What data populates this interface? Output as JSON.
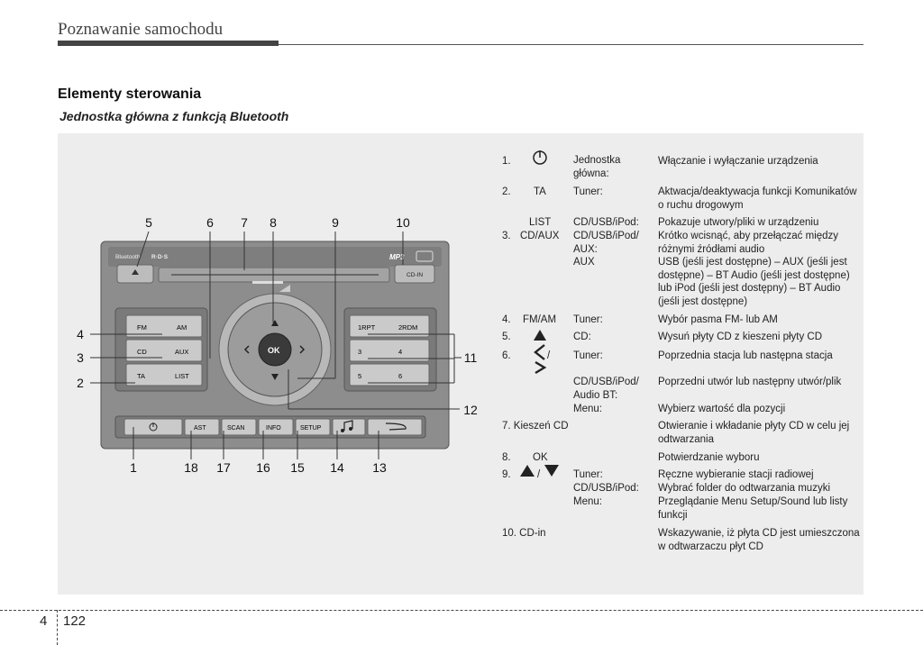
{
  "header": {
    "title": "Poznawanie samochodu"
  },
  "section": {
    "title": "Elementy sterowania",
    "subtitle": "Jednostka główna z funkcją Bluetooth"
  },
  "footer": {
    "chapter": "4",
    "page": "122"
  },
  "radio": {
    "brand": "Bluetooth",
    "rds": "R·D·S",
    "mp3": "MP3",
    "cd_in": "CD-IN",
    "ok": "OK",
    "left_buttons": [
      "FM",
      "AM",
      "CD",
      "AUX",
      "TA",
      "LIST"
    ],
    "right_buttons": [
      "1RPT",
      "2RDM",
      "3",
      "4",
      "5",
      "6"
    ],
    "bottom_buttons": [
      "AST",
      "SCAN",
      "INFO",
      "SETUP"
    ],
    "callouts": {
      "top": [
        "5",
        "6",
        "7",
        "8",
        "9",
        "10"
      ],
      "left": [
        "4",
        "3",
        "2"
      ],
      "right": [
        "11",
        "12"
      ],
      "bottom": [
        "1",
        "18",
        "17",
        "16",
        "15",
        "14",
        "13"
      ]
    }
  },
  "table": {
    "r1": {
      "num": "1.",
      "mode": "Jednostka główna:",
      "desc": "Włączanie i wyłączanie urządzenia"
    },
    "r2": {
      "num": "2.",
      "key": "TA",
      "mode": "Tuner:",
      "desc": "Aktwacja/deaktywacja funkcji Komunikatów o ruchu drogowym"
    },
    "r3": {
      "key1": "LIST",
      "mode1": "CD/USB/iPod:",
      "desc1": "Pokazuje utwory/pliki w urządzeniu",
      "num": "3.",
      "key2": "CD/AUX",
      "mode2": "CD/USB/iPod/ AUX:",
      "desc2": "Krótko wcisnąć, aby przełączać między różnymi źródłami audio",
      "mode3": "AUX",
      "desc3": "USB (jeśli jest dostępne) – AUX (jeśli jest dostępne) – BT Audio (jeśli jest dostępne) lub iPod (jeśli jest dostępny) – BT Audio (jeśli jest dostępne)"
    },
    "r4": {
      "num": "4.",
      "key": "FM/AM",
      "mode": "Tuner:",
      "desc": "Wybór pasma FM- lub AM"
    },
    "r5": {
      "num": "5.",
      "mode": "CD:",
      "desc": "Wysuń płyty CD z kieszeni płyty CD"
    },
    "r6": {
      "num": "6.",
      "key": "/",
      "mode1": "Tuner:",
      "desc1": "Poprzednia stacja lub następna stacja",
      "mode2": "CD/USB/iPod/ Audio BT:",
      "desc2": "Poprzedni utwór lub następny utwór/plik",
      "mode3": "Menu:",
      "desc3": "Wybierz wartość dla pozycji"
    },
    "r7": {
      "label": "7. Kieszeń CD",
      "desc": "Otwieranie i wkładanie płyty CD w celu jej odtwarzania"
    },
    "r8": {
      "num": "8.",
      "key": "OK",
      "desc": "Potwierdzanie wyboru"
    },
    "r9": {
      "num": "9.",
      "key": "/",
      "mode1": "Tuner:",
      "desc1": "Ręczne wybieranie stacji radiowej",
      "mode2": "CD/USB/iPod:",
      "desc2": "Wybrać folder do odtwarzania muzyki",
      "mode3": "Menu:",
      "desc3": "Przeglądanie Menu Setup/Sound lub listy funkcji"
    },
    "r10": {
      "label": "10. CD-in",
      "desc": "Wskazywanie, iż płyta CD jest umieszczona w odtwarzaczu płyt CD"
    }
  }
}
